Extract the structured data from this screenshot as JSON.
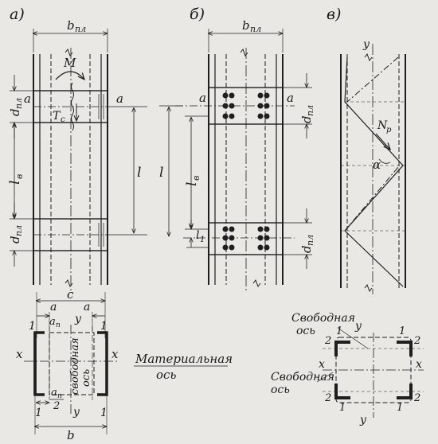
{
  "panels": {
    "a": "а)",
    "b": "б)",
    "c": "в)"
  },
  "labels": {
    "b_pl": "b",
    "pl_sub": "пл",
    "d_pl": "d",
    "l_v": "l",
    "v_sub": "в",
    "l": "l",
    "l1": "l",
    "one_sub": "1",
    "M": "M",
    "Tc": "T",
    "c_sub": "c",
    "a": "a",
    "y": "y",
    "x": "x",
    "Np": "N",
    "p_sub": "p",
    "alpha": "α",
    "c": "c",
    "b": "b",
    "a_n": "a",
    "n_sub": "п",
    "two": "2",
    "one": "1",
    "material_axis": "Материальная",
    "axis": "ось",
    "free_axis": "Свободная",
    "free_axis_vertical": "свободная",
    "ax_vert": "ось"
  }
}
